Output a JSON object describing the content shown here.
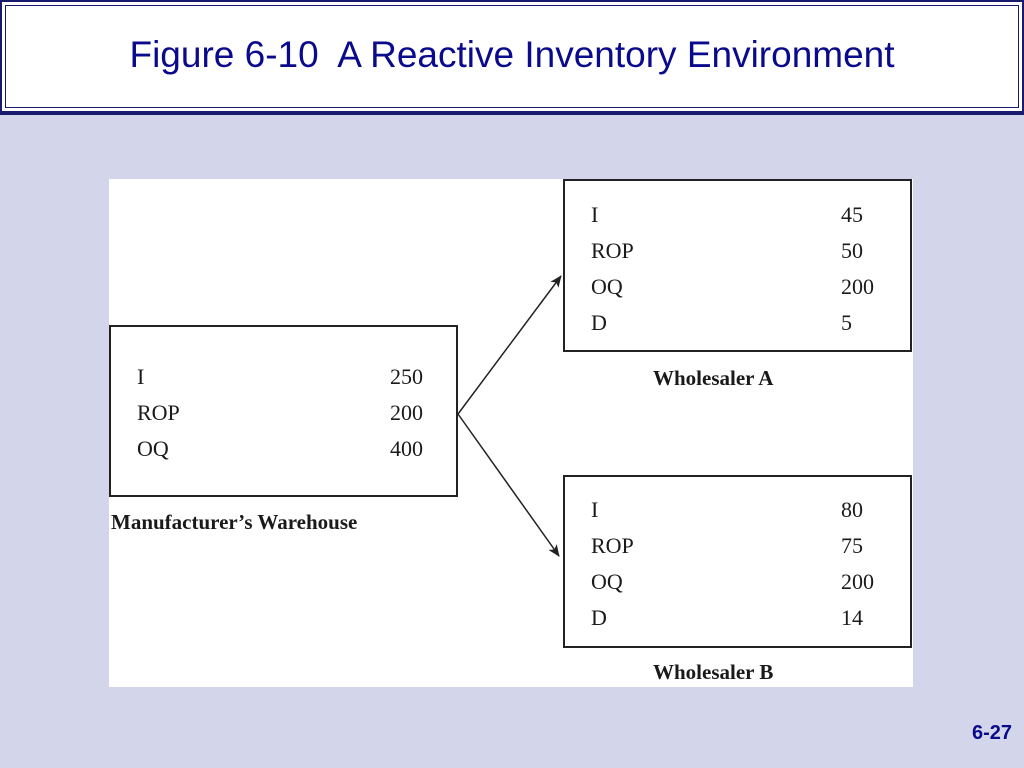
{
  "slide": {
    "title": "Figure 6-10  A Reactive Inventory Environment",
    "page_number": "6-27"
  },
  "manufacturer": {
    "label": "Manufacturer’s Warehouse",
    "rows": [
      {
        "key": "I",
        "value": "250"
      },
      {
        "key": "ROP",
        "value": "200"
      },
      {
        "key": "OQ",
        "value": "400"
      }
    ]
  },
  "wholesaler_a": {
    "label": "Wholesaler A",
    "rows": [
      {
        "key": "I",
        "value": "45"
      },
      {
        "key": "ROP",
        "value": "50"
      },
      {
        "key": "OQ",
        "value": "200"
      },
      {
        "key": "D",
        "value": "5"
      }
    ]
  },
  "wholesaler_b": {
    "label": "Wholesaler B",
    "rows": [
      {
        "key": "I",
        "value": "80"
      },
      {
        "key": "ROP",
        "value": "75"
      },
      {
        "key": "OQ",
        "value": "200"
      },
      {
        "key": "D",
        "value": "14"
      }
    ]
  },
  "colors": {
    "background": "#d3d6ea",
    "title_text": "#0a0a8c",
    "frame": "#1a1a6e"
  }
}
